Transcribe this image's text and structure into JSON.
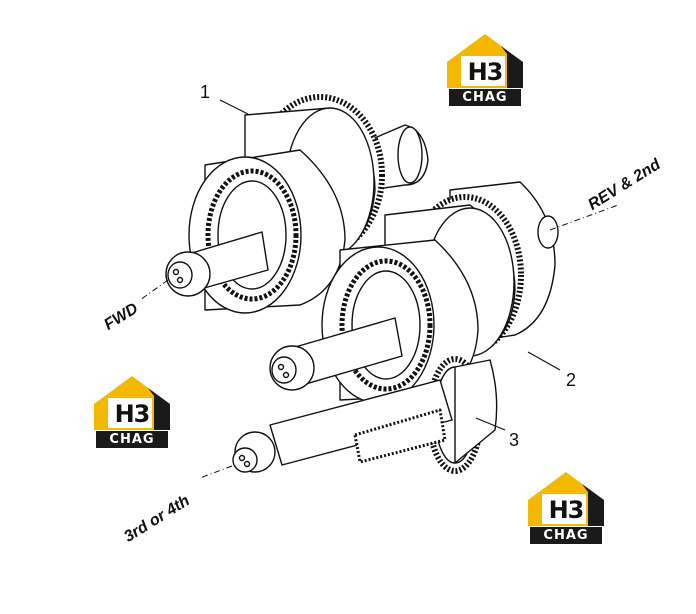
{
  "callouts": {
    "one": "1",
    "two": "2",
    "three": "3"
  },
  "gear_labels": {
    "fwd": "FWD",
    "rev_2nd": "REV & 2nd",
    "third_fourth": "3rd or 4th"
  },
  "watermark": {
    "top_text": "H3",
    "bottom_text": "CHAG",
    "accent_color": "#f5b800",
    "dark_color": "#1a1a1a"
  }
}
